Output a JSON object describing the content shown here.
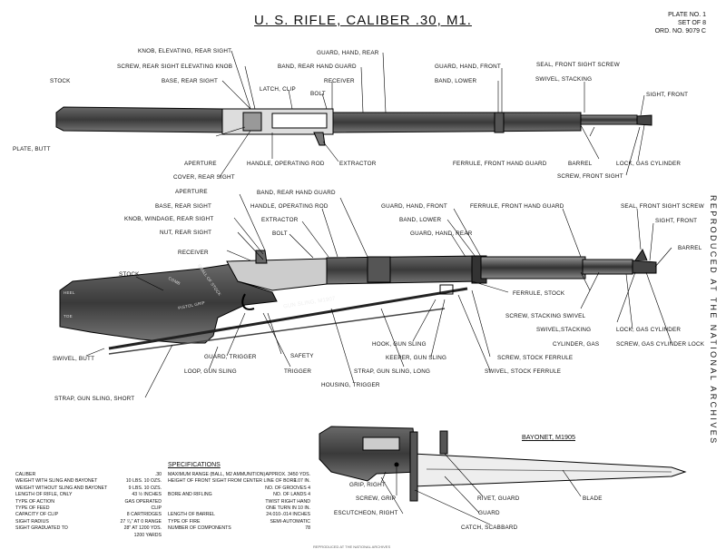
{
  "title": "U. S. RIFLE, CALIBER .30, M1.",
  "plate": {
    "line1": "PLATE NO. 1",
    "line2": "SET OF 8",
    "line3": "ORD. NO. 9079 C"
  },
  "side_text": "REPRODUCED AT THE NATIONAL ARCHIVES",
  "labels_top": [
    "KNOB, ELEVATING, REAR SIGHT",
    "GUARD, HAND, REAR",
    "SCREW, REAR SIGHT ELEVATING KNOB",
    "BAND, REAR HAND GUARD",
    "GUARD, HAND, FRONT",
    "SEAL, FRONT SIGHT SCREW",
    "STOCK",
    "BASE, REAR SIGHT",
    "RECEIVER",
    "BAND, LOWER",
    "SWIVEL, STACKING",
    "LATCH, CLIP",
    "BOLT",
    "SIGHT, FRONT",
    "PLATE, BUTT",
    "APERTURE",
    "HANDLE, OPERATING ROD",
    "EXTRACTOR",
    "BARREL",
    "FERRULE, FRONT HAND GUARD",
    "LOCK, GAS CYLINDER",
    "COVER, REAR SIGHT",
    "SCREW, FRONT SIGHT"
  ],
  "labels_mid": [
    "BAND, REAR HAND GUARD",
    "APERTURE",
    "HANDLE, OPERATING ROD",
    "GUARD, HAND, FRONT",
    "FERRULE, FRONT HAND GUARD",
    "SEAL, FRONT SIGHT SCREW",
    "BASE, REAR SIGHT",
    "EXTRACTOR",
    "BAND, LOWER",
    "SIGHT, FRONT",
    "KNOB, WINDAGE, REAR SIGHT",
    "BOLT",
    "GUARD, HAND, REAR",
    "NUT, REAR SIGHT",
    "BARREL",
    "RECEIVER",
    "STOCK",
    "FERRULE, STOCK",
    "SCREW, STACKING SWIVEL",
    "SWIVEL,STACKING",
    "LOCK, GAS CYLINDER",
    "CYLINDER, GAS",
    "SCREW, GAS CYLINDER LOCK",
    "HOOK, GUN SLING",
    "GUARD, TRIGGER",
    "SAFETY",
    "KEEPER, GUN SLING",
    "SCREW, STOCK FERRULE",
    "LOOP, GUN SLING",
    "TRIGGER",
    "SWIVEL, STOCK FERRULE",
    "SWIVEL, BUTT",
    "STRAP, GUN SLING, LONG",
    "HOUSING, TRIGGER",
    "STRAP, GUN SLING, SHORT"
  ],
  "rifle_marks": {
    "sling": "GUN SLING, M1907",
    "small": "SMALL OF STOCK",
    "grip": "PISTOL GRIP",
    "comb": "COMB",
    "heel": "HEEL",
    "toe": "TOE"
  },
  "bayonet": {
    "title": "BAYONET, M1905",
    "labels": [
      "GRIP, RIGHT",
      "SCREW, GRIP",
      "RIVET, GUARD",
      "BLADE",
      "GUARD",
      "ESCUTCHEON, RIGHT",
      "CATCH, SCABBARD"
    ]
  },
  "specs": {
    "title": "SPECIFICATIONS",
    "col1_keys": [
      "CALIBER",
      "WEIGHT WITH SLING AND BAYONET",
      "WEIGHT WITHOUT SLING AND BAYONET",
      "LENGTH OF RIFLE, ONLY",
      "TYPE OF ACTION",
      "TYPE OF FEED",
      "CAPACITY OF CLIP",
      "SIGHT RADIUS",
      "SIGHT GRADUATED TO"
    ],
    "col1_vals": [
      ".30",
      "10 LBS. 10 OZS.",
      "9 LBS. 10 OZS.",
      "43 ½ INCHES",
      "GAS OPERATED",
      "CLIP",
      "8 CARTRIDGES",
      "27 ⁷⁄₈\" AT 0 RANGE",
      "28\" AT 1200 YDS.",
      "1200 YARDS"
    ],
    "col2_keys": [
      "MAXIMUM RANGE (BALL, M2 AMMUNITION)",
      "HEIGHT OF FRONT SIGHT FROM CENTER LINE OF BORE",
      "",
      "BORE AND RIFLING",
      "",
      "",
      "LENGTH OF BARREL",
      "TYPE OF FIRE",
      "NUMBER OF COMPONENTS"
    ],
    "col2_vals": [
      "APPROX. 3450 YDS.",
      "1.07 IN.",
      "NO. OF GROOVES 4",
      "NO. OF LANDS 4",
      "TWIST RIGHT HAND",
      "ONE TURN IN 10 IN.",
      "24.010-.014 INCHES",
      "SEMI-AUTOMATIC",
      "78"
    ]
  },
  "footer": "REPRODUCED AT THE NATIONAL ARCHIVES"
}
